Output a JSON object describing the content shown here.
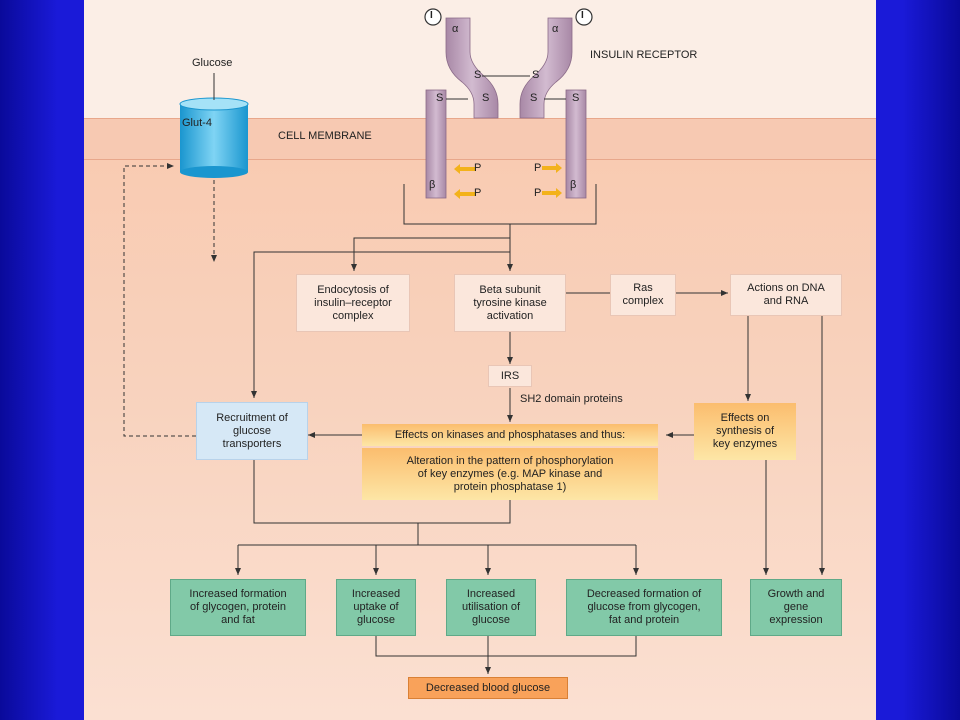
{
  "labels": {
    "glucose": "Glucose",
    "glut4": "Glut-4",
    "insulin_receptor": "INSULIN RECEPTOR",
    "cell_membrane": "CELL MEMBRANE",
    "alpha": "α",
    "beta": "β",
    "s": "S",
    "p": "P",
    "insulin": "I",
    "irs": "IRS",
    "sh2": "SH2 domain proteins"
  },
  "boxes": {
    "endocytosis": "Endocytosis of\ninsulin–receptor\ncomplex",
    "beta_subunit": "Beta subunit\ntyrosine kinase\nactivation",
    "ras": "Ras\ncomplex",
    "dna_rna": "Actions on DNA\nand RNA",
    "recruitment": "Recruitment of\nglucose\ntransporters",
    "kinases": "Effects on kinases and phosphatases and thus:",
    "alteration": "Alteration in the pattern of phosphorylation\nof key enzymes (e.g. MAP kinase and\nprotein phosphatase 1)",
    "synthesis": "Effects on\nsynthesis of\nkey enzymes",
    "glycogen": "Increased formation\nof glycogen, protein\nand fat",
    "uptake": "Increased\nuptake of\nglucose",
    "utilisation": "Increased\nutilisation of\nglucose",
    "decreased_formation": "Decreased formation of\nglucose from glycogen,\nfat and protein",
    "growth": "Growth and\ngene\nexpression",
    "blood_glucose": "Decreased blood glucose"
  },
  "colors": {
    "receptor": "#b79ab5",
    "glut": "#3eb6e6",
    "phosphate_arrow": "#f3b21b",
    "line": "#333333"
  }
}
